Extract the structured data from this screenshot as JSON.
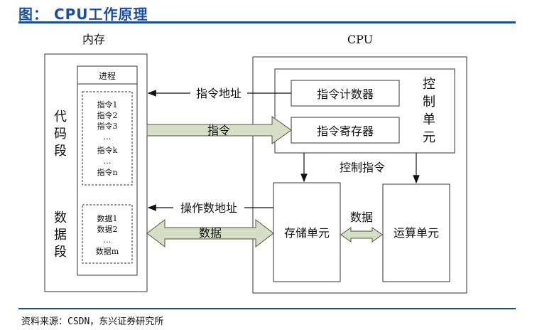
{
  "header": {
    "title": "图： CPU工作原理"
  },
  "footer": {
    "source": "资料来源：CSDN，东兴证券研究所"
  },
  "diagram": {
    "memory_label": "内存",
    "cpu_label": "CPU",
    "process_label": "进程",
    "code_segment": [
      "代",
      "码",
      "段"
    ],
    "data_segment": [
      "数",
      "据",
      "段"
    ],
    "instructions": [
      "指令1",
      "指令2",
      "指令3",
      "…",
      "指令k",
      "…",
      "指令n"
    ],
    "data_items": [
      "数据1",
      "数据2",
      "…",
      "数据m"
    ],
    "program_counter": "指令计数器",
    "instruction_register": "指令寄存器",
    "control_unit": [
      "控",
      "制",
      "单",
      "元"
    ],
    "storage_unit": "存储单元",
    "alu": "运算单元",
    "instruction_address": "指令地址",
    "instruction_flow": "指令",
    "operand_address": "操作数地址",
    "data_flow": "数据",
    "data_exchange": "数据",
    "control_command": "控制指令"
  }
}
